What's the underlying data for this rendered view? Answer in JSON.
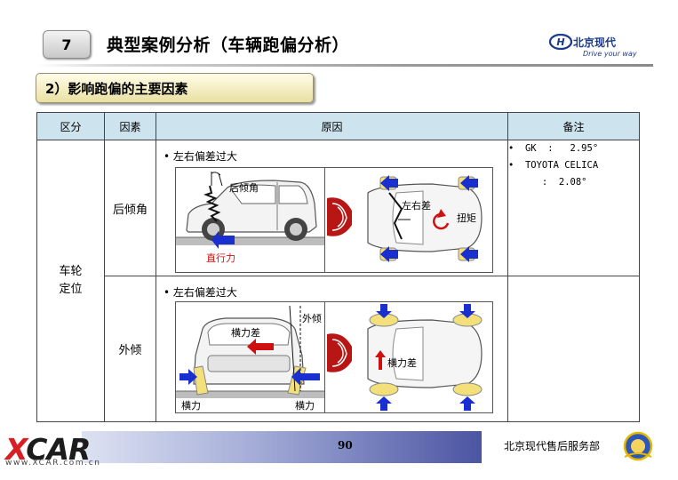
{
  "header": {
    "chapter_number": "7",
    "title": "典型案例分析（车辆跑偏分析）",
    "brand_name": "北京现代",
    "brand_slogan": "Drive your way"
  },
  "section": {
    "heading": "2）影响跑偏的主要因素"
  },
  "table": {
    "columns": [
      "区分",
      "因素",
      "原因",
      "备注"
    ],
    "category": [
      "车轮",
      "定位"
    ],
    "rows": [
      {
        "factor": "后倾角",
        "bullet": "• 左右偏差过大",
        "labels": {
          "caster": "后倾角",
          "straight_force": "直行力",
          "diff": "左右差",
          "torque": "扭矩"
        },
        "remarks": [
          "•  GK  :   2.95°",
          "•  TOYOTA CELICA",
          "      :  2.08°"
        ]
      },
      {
        "factor": "外倾",
        "bullet": "• 左右偏差过大",
        "labels": {
          "lateral_diff": "横力差",
          "camber": "外倾",
          "lateral_left": "横力",
          "lateral_right": "横力",
          "lateral_diff_top": "横力差"
        },
        "remarks": []
      }
    ]
  },
  "footer": {
    "logo_x": "X",
    "logo_rest": "CAR",
    "url": "www.XCAR.com.cn",
    "page_number": "90",
    "department": "北京现代售后服务部"
  },
  "colors": {
    "arrow_blue": "#1a2fd0",
    "arrow_red": "#d01010",
    "tire_yellow": "#f3e07a",
    "header_blue": "#cde4ee"
  }
}
